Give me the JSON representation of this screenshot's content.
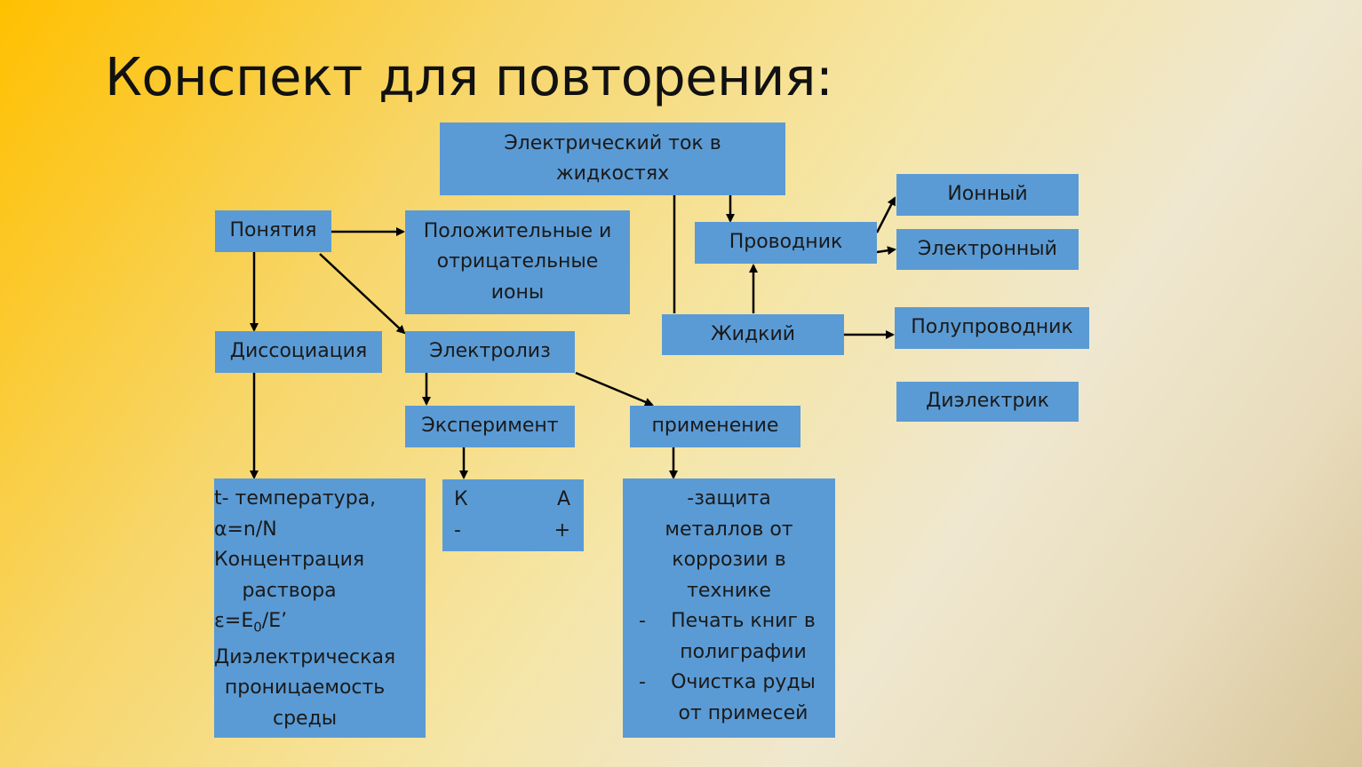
{
  "slide": {
    "title": "Конспект для повторения:"
  },
  "nodes": {
    "root": "Электрический ток в\nжидкостях",
    "concepts": "Понятия",
    "ions": "Положительные и\nотрицательные\nионы",
    "dissociation": "Диссоциация",
    "electrolysis": "Электролиз",
    "experiment": "Эксперимент",
    "application": "применение",
    "conductor": "Проводник",
    "ionic": "Ионный",
    "electronic": "Электронный",
    "liquid": "Жидкий",
    "semiconductor": "Полупроводник",
    "dielectric": "Диэлектрик"
  },
  "dissociation_details": {
    "line1": "t- температура,",
    "alpha": "α=n/N",
    "line3": "Концентрация\nраствора",
    "eps_prefix": "ε=E",
    "eps_sub": "0",
    "eps_suffix": "/E’",
    "line5": "Диэлектрическая\nпроницаемость\nсреды"
  },
  "electrodes": {
    "cathode": "К",
    "anode": "А",
    "cathode_sign": "-",
    "anode_sign": "+"
  },
  "application_details": {
    "item1": "-защита\nметаллов от\nкоррозии в\nтехнике",
    "bullet": "-",
    "item2": "Печать книг в\nполиграфии",
    "item3": "Очистка руды\nот примесей"
  },
  "colors": {
    "box_fill": "#5b9bd5",
    "arrow": "#000000",
    "background_start": "#ffc000",
    "background_end": "#d8c59a"
  }
}
